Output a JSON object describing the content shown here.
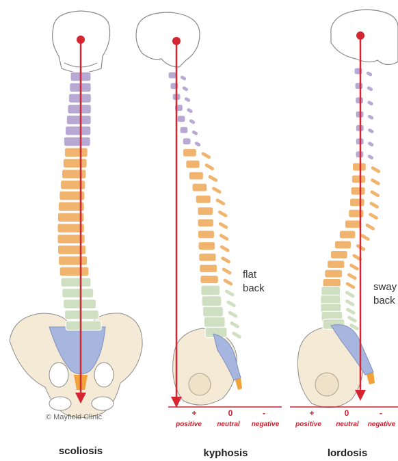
{
  "colors": {
    "cervical": "#b8a9d4",
    "thoracic": "#f0b46e",
    "lumbar": "#cfe0c2",
    "sacrum": "#a6b6de",
    "coccyx": "#f2a23a",
    "pelvis": "#f4ead6",
    "plumb_line": "#d32630",
    "scale": "#c8202e"
  },
  "panels": [
    {
      "caption": "scoliosis",
      "annotation": []
    },
    {
      "caption": "kyphosis",
      "annotation": [
        "flat",
        "back"
      ]
    },
    {
      "caption": "lordosis",
      "annotation": [
        "sway",
        "back"
      ]
    }
  ],
  "scale": {
    "plus": "+",
    "zero": "0",
    "minus": "-",
    "positive": "positive",
    "neutral": "neutral",
    "negative": "negative"
  },
  "credit": "© Mayfield Clinic"
}
